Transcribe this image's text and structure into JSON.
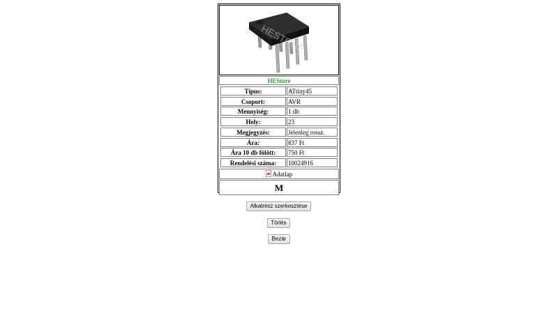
{
  "part": {
    "store_label": "HEStore",
    "store_color": "#22aa22",
    "photo_watermark": "HESTORE",
    "rows": [
      {
        "label": "Típus:",
        "value": "ATtiny45"
      },
      {
        "label": "Csoport:",
        "value": "AVR"
      },
      {
        "label": "Mennyiség:",
        "value": "1 db"
      },
      {
        "label": "Hely:",
        "value": "23"
      },
      {
        "label": "Megjegyzés:",
        "value": "Jelenleg rossz."
      },
      {
        "label": "Ára:",
        "value": "837 Ft"
      },
      {
        "label": "Ára 10 db fölött:",
        "value": "750 Ft"
      },
      {
        "label": "Rendelési száma:",
        "value": "10024916"
      }
    ],
    "datasheet_label": "Adatlap",
    "datasheet_icon": "pdf-icon",
    "mark": "M"
  },
  "buttons": {
    "edit": "Alkatrész szerkesztése",
    "delete": "Törlés",
    "close": "Bezár"
  }
}
